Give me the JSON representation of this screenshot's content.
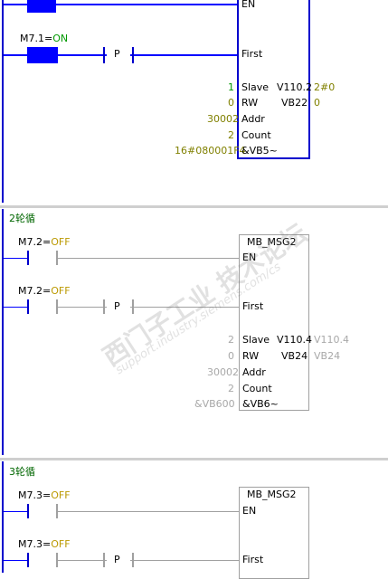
{
  "networks": [
    {
      "title": "",
      "contact_en_label": "",
      "contact_first_label": "M7.1",
      "contact_first_state": "ON",
      "edge_label": "P",
      "block_title": "",
      "pins_in": [
        "EN",
        "First",
        "Slave",
        "RW",
        "Addr",
        "Count",
        "&VB5~"
      ],
      "pins_out": [
        "V110.2",
        "VB22"
      ],
      "vals_in": [
        "1",
        "0",
        "30002",
        "2",
        "16#080001F4"
      ],
      "vals_out": [
        "2#0",
        "0"
      ]
    },
    {
      "title": "2轮循",
      "contact_en_label": "M7.2",
      "contact_en_state": "OFF",
      "contact_first_label": "M7.2",
      "contact_first_state": "OFF",
      "edge_label": "P",
      "block_title": "MB_MSG2",
      "pins_in": [
        "EN",
        "First",
        "Slave",
        "RW",
        "Addr",
        "Count",
        "&VB6~"
      ],
      "pins_out": [
        "V110.4",
        "VB24"
      ],
      "vals_in": [
        "2",
        "0",
        "30002",
        "2",
        "&VB600"
      ],
      "vals_out": [
        "V110.4",
        "VB24"
      ]
    },
    {
      "title": "3轮循",
      "contact_en_label": "M7.3",
      "contact_en_state": "OFF",
      "contact_first_label": "M7.3",
      "contact_first_state": "OFF",
      "edge_label": "P",
      "block_title": "MB_MSG2",
      "pins_in": [
        "EN",
        "First"
      ]
    }
  ],
  "colors": {
    "rail": "#0000cc",
    "active": "#0000ff",
    "inactive_line": "#a0a0a0",
    "state_on": "#009900",
    "state_off": "#bb9900",
    "title": "#006600"
  }
}
